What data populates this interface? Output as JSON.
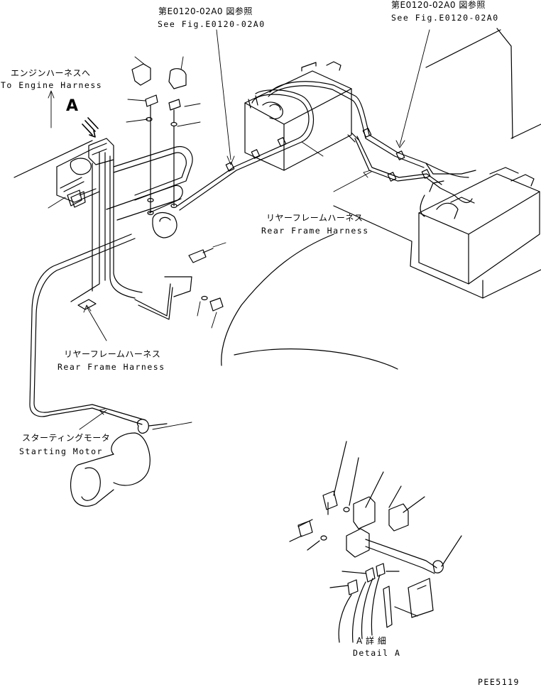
{
  "labels": {
    "ref_left_jp": "第E0120-02A0 図参照",
    "ref_left_en": "See Fig.E0120-02A0",
    "ref_right_jp": "第E0120-02A0 図参照",
    "ref_right_en": "See Fig.E0120-02A0",
    "engine_harness_jp": "エンジンハーネスへ",
    "engine_harness_en": "To Engine Harness",
    "view_marker": "A",
    "rear_frame_right_jp": "リヤーフレームハーネス",
    "rear_frame_right_en": "Rear Frame Harness",
    "rear_frame_left_jp": "リヤーフレームハーネス",
    "rear_frame_left_en": "Rear Frame Harness",
    "starting_motor_jp": "スターティングモータ",
    "starting_motor_en": "Starting Motor",
    "detail_jp": "A 詳 細",
    "detail_en": "Detail A",
    "drawing_number": "PEE5119"
  }
}
